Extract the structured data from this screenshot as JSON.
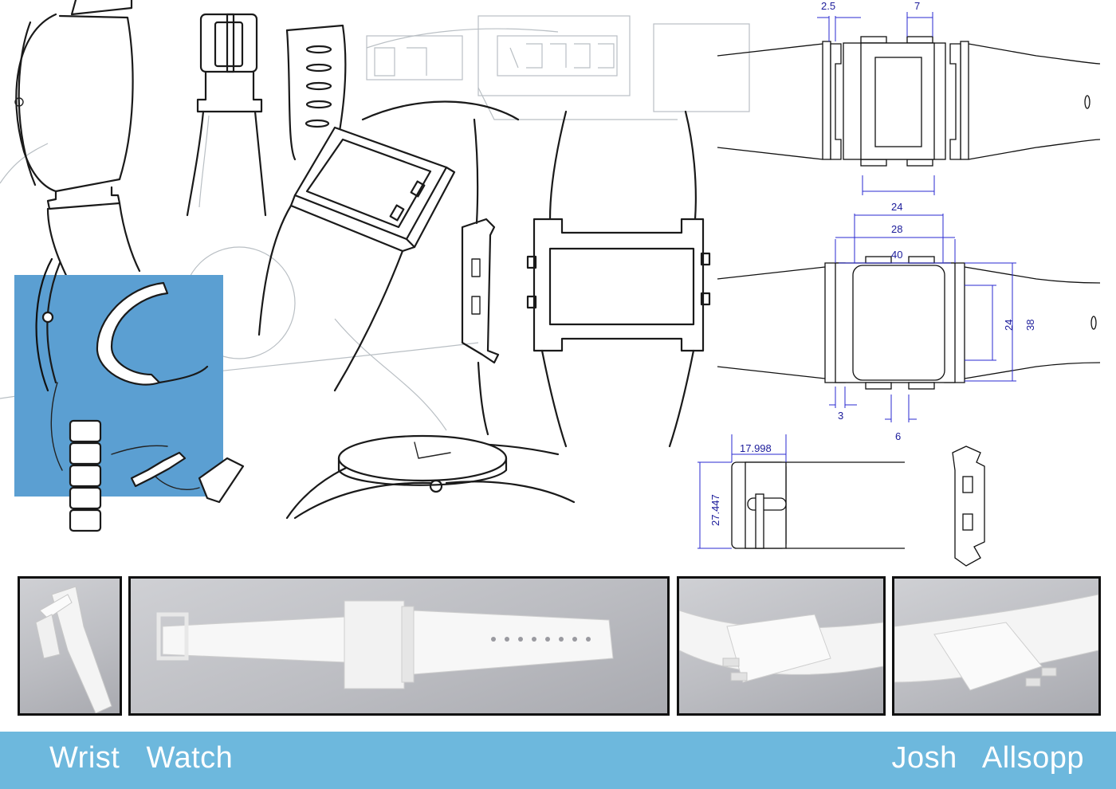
{
  "footer": {
    "title": "Wrist   Watch",
    "author": "Josh   Allsopp"
  },
  "dimensions": {
    "top_view": {
      "lug_gap": "2.5",
      "button_width": "7",
      "screen_width": "24"
    },
    "front_view": {
      "inner_width": "28",
      "outer_width": "40",
      "screen_height": "24",
      "case_height": "38",
      "wall": "3",
      "button": "6"
    },
    "buckle": {
      "width": "17.998",
      "height": "27.447"
    }
  },
  "colors": {
    "accent_panel": "#5b9fd2",
    "footer": "#6db8dd",
    "dimension_ink": "#1b1b9a"
  }
}
